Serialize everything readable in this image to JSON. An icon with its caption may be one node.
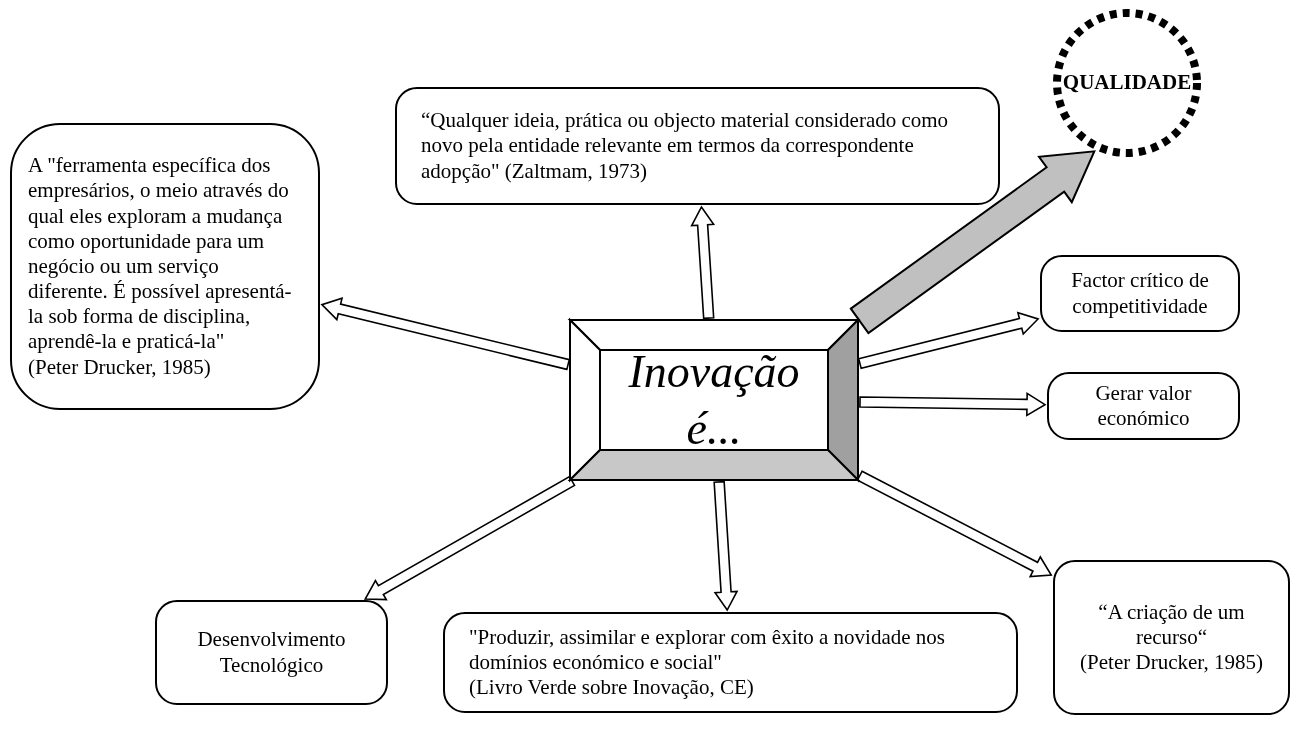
{
  "diagram": {
    "nodes": [
      {
        "text": [
          "Inovação é..."
        ]
      },
      {
        "text": [
          "“Qualquer ideia, prática ou objecto material considerado como novo pela entidade relevante em termos da correspondente adopção\" (Zaltmam, 1973)"
        ]
      },
      {
        "text": [
          "A \"ferramenta específica dos empresários, o meio através do qual eles exploram a mudança como oportunidade para um negócio ou um serviço diferente. É possível apresentá-la sob forma de disciplina, aprendê-la e praticá-la\"",
          "(Peter Drucker, 1985)"
        ]
      },
      {
        "text": [
          "QUALIDADE"
        ]
      },
      {
        "text": [
          "Factor crítico de competitividade"
        ]
      },
      {
        "text": [
          "Gerar valor económico"
        ]
      },
      {
        "text": [
          "“A criação de um recurso“",
          "(Peter Drucker, 1985)"
        ]
      },
      {
        "text": [
          "Desenvolvimento Tecnológico"
        ]
      },
      {
        "text": [
          "\"Produzir, assimilar e explorar com êxito a novidade nos domínios económico e social\"",
          "(Livro Verde sobre Inovação, CE)"
        ]
      }
    ],
    "edges": [
      {
        "from": 0,
        "to": 1,
        "arrow": "to"
      },
      {
        "from": 0,
        "to": 3,
        "arrow": "to",
        "style": "thick",
        "color": "#c0c0c0"
      },
      {
        "from": 0,
        "to": 4,
        "arrow": "to"
      },
      {
        "from": 0,
        "to": 2,
        "arrow": "to"
      },
      {
        "from": 0,
        "to": 5,
        "arrow": "to"
      },
      {
        "from": 0,
        "to": 7,
        "arrow": "to"
      },
      {
        "from": 0,
        "to": 8,
        "arrow": "to"
      },
      {
        "from": 0,
        "to": 6,
        "arrow": "to"
      }
    ]
  }
}
